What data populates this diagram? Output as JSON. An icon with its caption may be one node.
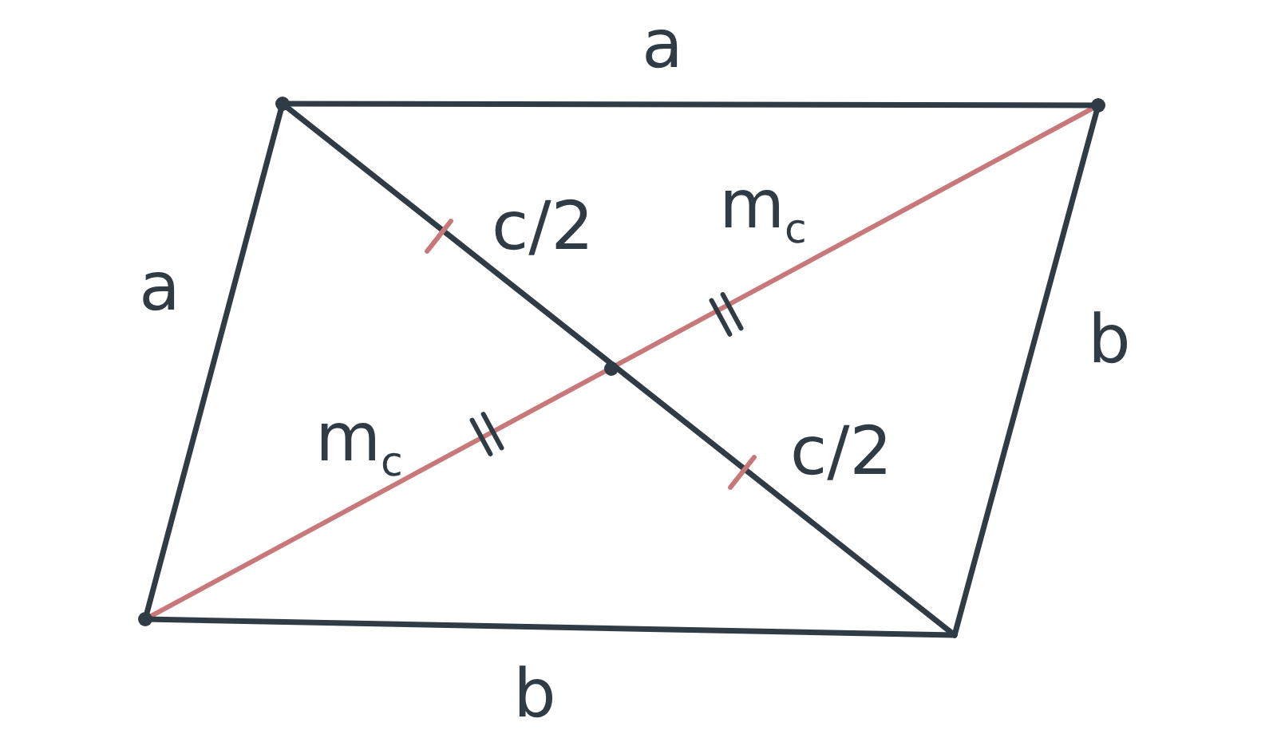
{
  "diagram": {
    "labels": [
      "a",
      "a",
      "c/2",
      "m$_{c}$",
      "b",
      "m$_{c}$",
      "c/2",
      "b"
    ]
  }
}
